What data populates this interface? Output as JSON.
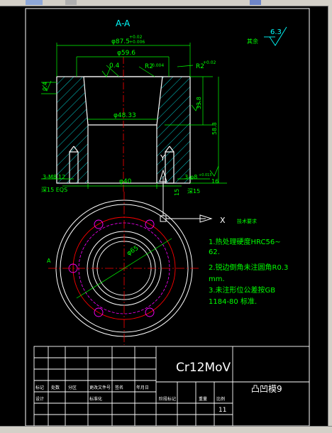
{
  "section_label": "A-A",
  "dims": {
    "d_top_outer": "φ87.5",
    "d_top_outer_tol_upper": "+0.02",
    "d_top_outer_tol_lower": "+0.006",
    "d_top_inner": "φ59.6",
    "angle_callout": "0.4",
    "r_callout": "R2",
    "r_tol": "0.004",
    "r2_callout": "R2",
    "r2_tol": "+0.02",
    "left_step": "0.4",
    "d_bore": "φ48.33",
    "h_33": "33.8",
    "h_58": "58.8",
    "bolt_left": "3-M8",
    "bolt_left_depth": "12",
    "bolt_left2": "深15 EQS",
    "d_40": "φ40",
    "bolt_right": "3-φ8",
    "bolt_right_tol": "+0.015",
    "bolt_right_depth": "深15",
    "h_15": "15",
    "h_16": "16",
    "d_circle": "φ65",
    "axis_x": "X",
    "axis_y": "Y",
    "label_a": "A"
  },
  "roughness": {
    "value": "6.3",
    "note": "其余"
  },
  "tech_req": {
    "title": "技术要求",
    "items": [
      "1.热处理硬度HRC56~",
      "62.",
      "2.锐边倒角未注圆角R0.3",
      "mm.",
      "3.未注形位公差按GB",
      "1184-80 标准."
    ]
  },
  "title_block": {
    "material": "Cr12MoV",
    "part_name": "凸凹模9",
    "page": "11",
    "row_labels_a": [
      "标记",
      "处数",
      "分区",
      "更改文件号",
      "签名",
      "年月日"
    ],
    "row_labels_b": [
      "阶段标记",
      "重量",
      "比例"
    ],
    "designer": "设计",
    "standard": "标准化"
  },
  "colors": {
    "outline": "#ffffff",
    "dimension": "#00ff00",
    "hatch": "#00ffff",
    "centerline": "#ff0000",
    "magenta": "#ff00ff",
    "background": "#000000"
  }
}
